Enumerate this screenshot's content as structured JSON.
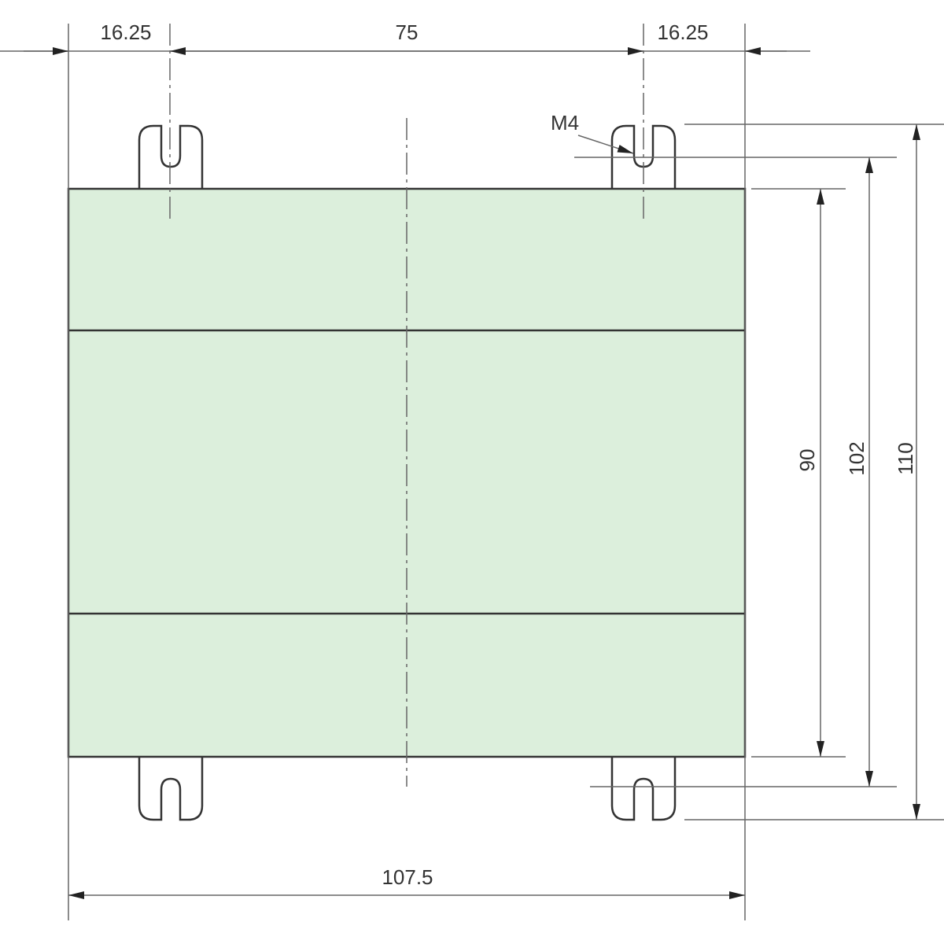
{
  "drawing": {
    "units": "mm",
    "body_fill": "#dcefdc",
    "dimensions": {
      "top_left_offset": "16.25",
      "top_hole_spacing": "75",
      "top_right_offset": "16.25",
      "body_height": "90",
      "hole_spacing_vertical": "102",
      "overall_height": "110",
      "overall_width": "107.5"
    },
    "callouts": {
      "screw": "M4"
    }
  }
}
